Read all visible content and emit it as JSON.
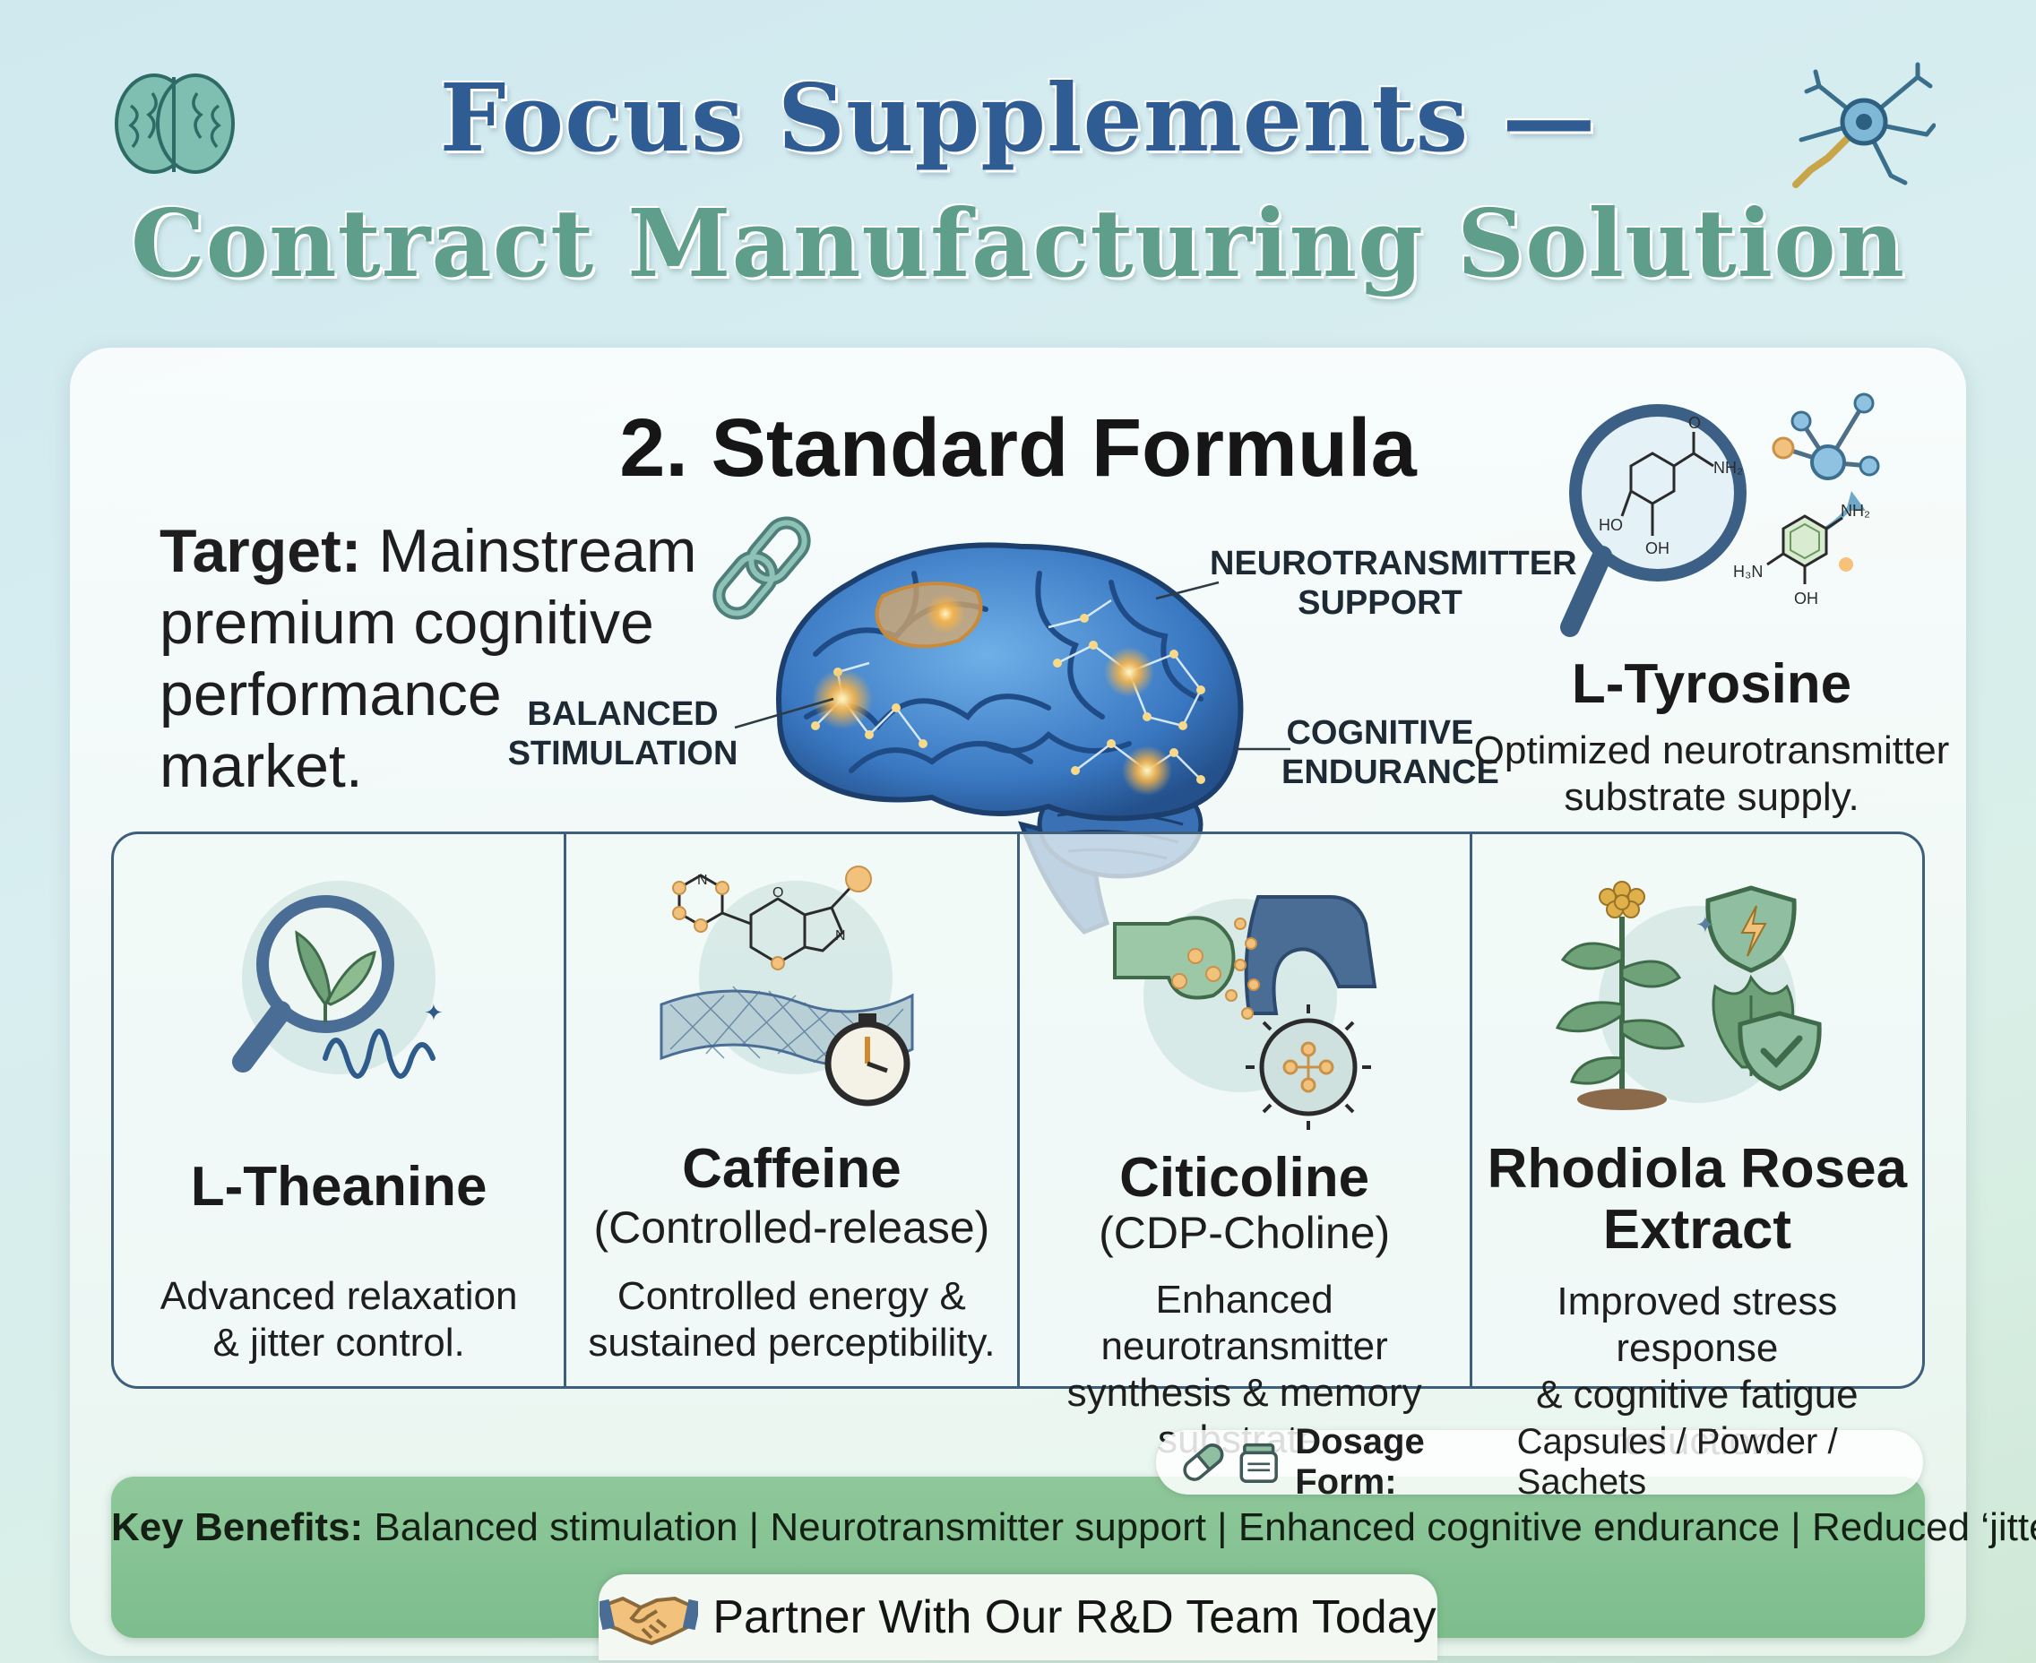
{
  "header": {
    "title_line1": "Focus Supplements —",
    "title_line2": "Contract Manufacturing Solution",
    "left_icon": "brain-icon",
    "right_icon": "neuron-icon"
  },
  "section": {
    "title": "2. Standard Formula",
    "target_label": "Target:",
    "target_text": "Mainstream premium cognitive performance market."
  },
  "brain": {
    "labels": {
      "balanced": [
        "BALANCED",
        "STIMULATION"
      ],
      "neuro": [
        "NEUROTRANSMITTER",
        "SUPPORT"
      ],
      "endurance": [
        "COGNITIVE",
        "ENDURANCE"
      ]
    }
  },
  "tyrosine": {
    "name": "L-Tyrosine",
    "desc_lines": [
      "Optimized neurotransmitter",
      "substrate supply."
    ],
    "molecule_labels": {
      "ho": "HO",
      "oh": "OH",
      "nh2": "NH₂",
      "o": "O",
      "h2n": "H₃N",
      "oh2": "OH",
      "nh2b": "NH₂"
    }
  },
  "ingredients": [
    {
      "name": "L-Theanine",
      "sub": "",
      "desc_lines": [
        "Advanced relaxation",
        "& jitter control."
      ],
      "icon": "leaf-magnifier-icon"
    },
    {
      "name": "Caffeine",
      "sub": "(Controlled-release)",
      "desc_lines": [
        "Controlled energy &",
        "sustained perceptibility."
      ],
      "icon": "molecule-timer-icon"
    },
    {
      "name": "Citicoline",
      "sub": "(CDP-Choline)",
      "desc_lines": [
        "Enhanced neurotransmitter",
        "synthesis & memory substrate."
      ],
      "icon": "synapse-icon"
    },
    {
      "name_lines": [
        "Rhodiola Rosea",
        "Extract"
      ],
      "sub": "",
      "desc_lines": [
        "Improved stress response",
        "& cognitive fatigue reduction."
      ],
      "icon": "herb-shield-icon"
    }
  ],
  "dosage": {
    "label": "Dosage Form:",
    "value": "Capsules / Powder / Sachets"
  },
  "benefits": {
    "label": "Key Benefits:",
    "text": "Balanced stimulation | Neurotransmitter support | Enhanced cognitive endurance | Reduced ‘jitter’ profile."
  },
  "cta": {
    "label": "Partner With Our R&D Team Today",
    "icon": "handshake-icon"
  },
  "colors": {
    "title_blue": "#2f5d93",
    "title_green": "#5f9e8a",
    "card_border": "#3d5f7c",
    "benefits_bar": "#8fc89a",
    "brain_blue": "#3a78c2"
  }
}
